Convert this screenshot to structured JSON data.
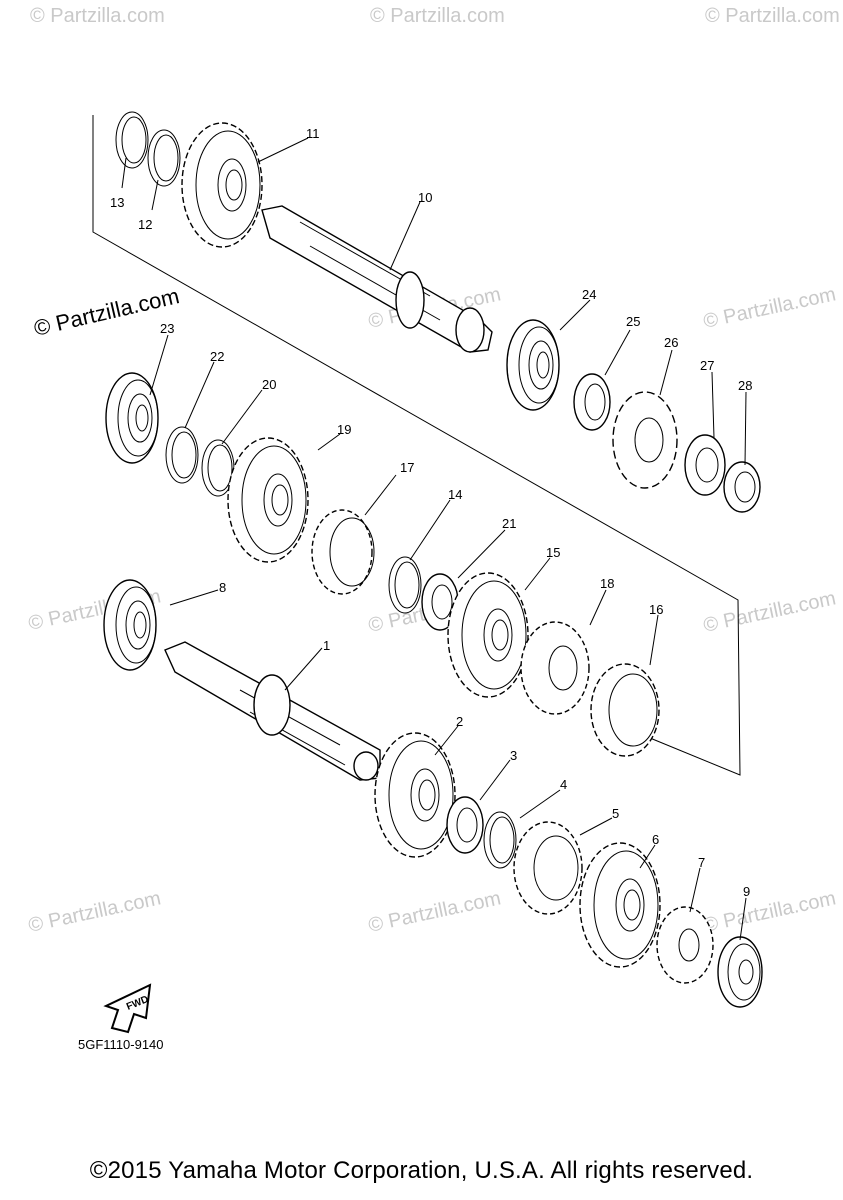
{
  "watermark_text": "© Partzilla.com",
  "diagram": {
    "main_watermark": "© Partzilla.com",
    "fwd_label": "FWD",
    "diagram_code": "5GF1110-9140",
    "callouts": [
      "1",
      "2",
      "3",
      "4",
      "5",
      "6",
      "7",
      "8",
      "9",
      "10",
      "11",
      "12",
      "13",
      "14",
      "15",
      "16",
      "17",
      "18",
      "19",
      "20",
      "21",
      "22",
      "23",
      "24",
      "25",
      "26",
      "27",
      "28"
    ]
  },
  "footer": {
    "copyright": "©2015 Yamaha Motor Corporation, U.S.A. All rights reserved."
  }
}
